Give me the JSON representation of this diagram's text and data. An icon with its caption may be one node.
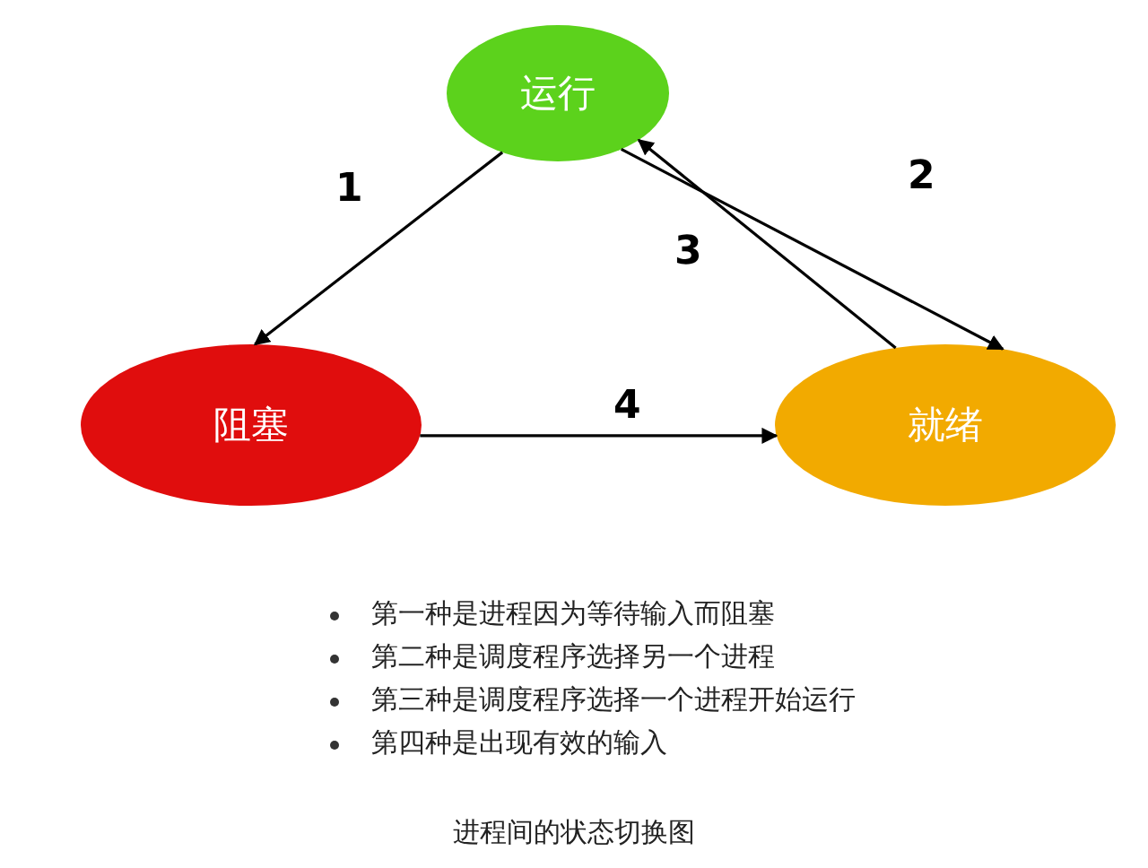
{
  "diagram": {
    "caption": "进程间的状态切换图",
    "nodes": [
      {
        "text": [
          "运行"
        ]
      },
      {
        "text": [
          "阻塞"
        ]
      },
      {
        "text": [
          "就绪"
        ]
      }
    ],
    "edges": [
      {
        "from": 0,
        "to": 1,
        "arrow": "to",
        "label": "1"
      },
      {
        "from": 0,
        "to": 2,
        "arrow": "to",
        "label": "2"
      },
      {
        "from": 2,
        "to": 0,
        "arrow": "to",
        "label": "3"
      },
      {
        "from": 1,
        "to": 2,
        "arrow": "to",
        "label": "4"
      }
    ],
    "labels": [
      "第一种是进程因为等待输入而阻塞",
      "第二种是调度程序选择另一个进程",
      "第三种是调度程序选择一个进程开始运行",
      "第四种是出现有效的输入"
    ]
  }
}
